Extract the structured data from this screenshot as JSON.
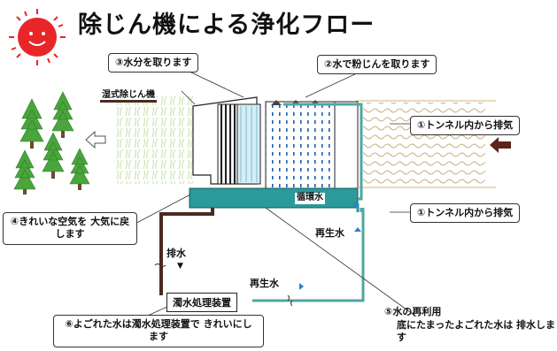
{
  "title": "除じん機による浄化フロー",
  "labels": {
    "wet_collector": "湿式除じん機",
    "step1_top": "①トンネル内から排気",
    "step1_bottom": "①トンネル内から排気",
    "step2": "②水で粉じんを取ります",
    "step3": "③水分を取ります",
    "step4": "④きれいな空気を 大気に戻します",
    "step5_title": "⑤水の再利用",
    "step5_body": "底にたまったよごれた水は 排水します",
    "step6": "⑥よごれた水は濁水処理装置で きれいにします",
    "circulation_tank": "循環水",
    "drain": "排水",
    "recycled_water_right": "再生水",
    "recycled_water_bottom": "再生水",
    "treatment_unit": "濁水処理装置"
  },
  "colors": {
    "sun": "#e8262a",
    "tree": "#4aa53c",
    "tank": "#2a9a9a",
    "pipe_dark": "#4a2a22",
    "pipe_light": "#4fa7a0",
    "arrow_in": "#5a2418",
    "water": "#2f7fc8"
  },
  "icons": [
    "sun-icon",
    "tree-icon",
    "hollow-left-arrow-icon",
    "solid-left-arrow-icon"
  ]
}
